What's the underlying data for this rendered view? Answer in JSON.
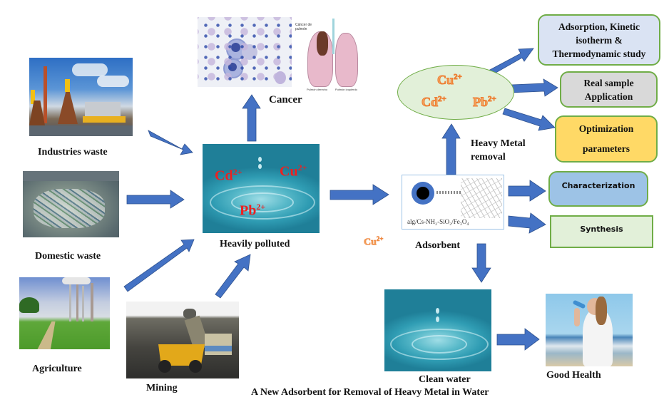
{
  "title": "A New Adsorbent for Removal of Heavy Metal in Water",
  "colors": {
    "arrow": "#4472c4",
    "box_border": "#70ad47",
    "box_study": "#dae3f3",
    "box_real": "#d9d9d9",
    "box_opt": "#ffd966",
    "box_char": "#9dc3e6",
    "box_synth": "#e2f0d9",
    "ellipse_fill": "#e2f0d9",
    "ion_red": "#ed2020",
    "ion_orange": "#ed7d31"
  },
  "sources": [
    {
      "label": "Industries waste",
      "image": "industrial-plant-photo"
    },
    {
      "label": "Domestic waste",
      "image": "plastic-waste-photo"
    },
    {
      "label": "Agriculture",
      "image": "factory-field-photo"
    },
    {
      "label": "Mining",
      "image": "mining-truck-photo"
    }
  ],
  "polluted": {
    "label": "Heavily polluted",
    "ions": {
      "cd": "Cd",
      "cd_charge": "2+",
      "cu": "Cu",
      "cu_charge": "2+",
      "pb": "Pb",
      "pb_charge": "2+"
    }
  },
  "cancer": {
    "label": "Cancer",
    "lung_labels": {
      "tumor": "Cáncer de pulmón",
      "right": "Pulmón derecho",
      "left": "Pulmón izquierdo"
    }
  },
  "adsorbent": {
    "label": "Adsorbent",
    "formula": "alg/Cs-NH₂-SiO₂/Fe₃O₄",
    "stray_ion": "Cu",
    "stray_ion_charge": "2+"
  },
  "removal": {
    "label_line1": "Heavy Metal",
    "label_line2": "removal",
    "ions": {
      "cu": "Cu",
      "cu_charge": "2+",
      "cd": "Cd",
      "cd_charge": "2+",
      "pb": "Pb",
      "pb_charge": "2+"
    }
  },
  "boxes": {
    "study": [
      "Adsorption, Kinetic",
      "isotherm &",
      "Thermodynamic study"
    ],
    "real": [
      "Real sample",
      "Application"
    ],
    "optimization": [
      "Optimization",
      "parameters"
    ],
    "characterization": "Characterization",
    "synthesis": "Synthesis"
  },
  "clean": {
    "label": "Clean water"
  },
  "health": {
    "label": "Good Health"
  }
}
